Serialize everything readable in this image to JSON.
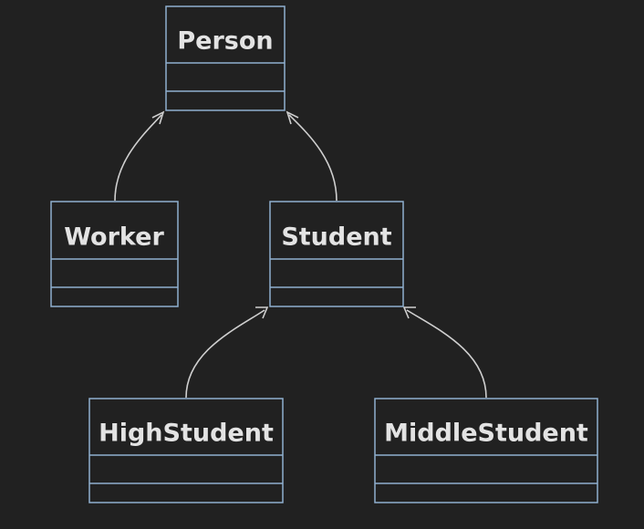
{
  "diagram": {
    "type": "class-diagram",
    "classes": {
      "person": {
        "name": "Person"
      },
      "worker": {
        "name": "Worker"
      },
      "student": {
        "name": "Student"
      },
      "high_student": {
        "name": "HighStudent"
      },
      "middle_student": {
        "name": "MiddleStudent"
      }
    },
    "relations": [
      {
        "from": "Worker",
        "to": "Person",
        "kind": "inheritance"
      },
      {
        "from": "Student",
        "to": "Person",
        "kind": "inheritance"
      },
      {
        "from": "HighStudent",
        "to": "Student",
        "kind": "inheritance"
      },
      {
        "from": "MiddleStudent",
        "to": "Student",
        "kind": "inheritance"
      }
    ]
  },
  "colors": {
    "background": "#212121",
    "box_border": "#8fb0cf",
    "text": "#e3e3e3",
    "edge": "#cfcfcf"
  }
}
